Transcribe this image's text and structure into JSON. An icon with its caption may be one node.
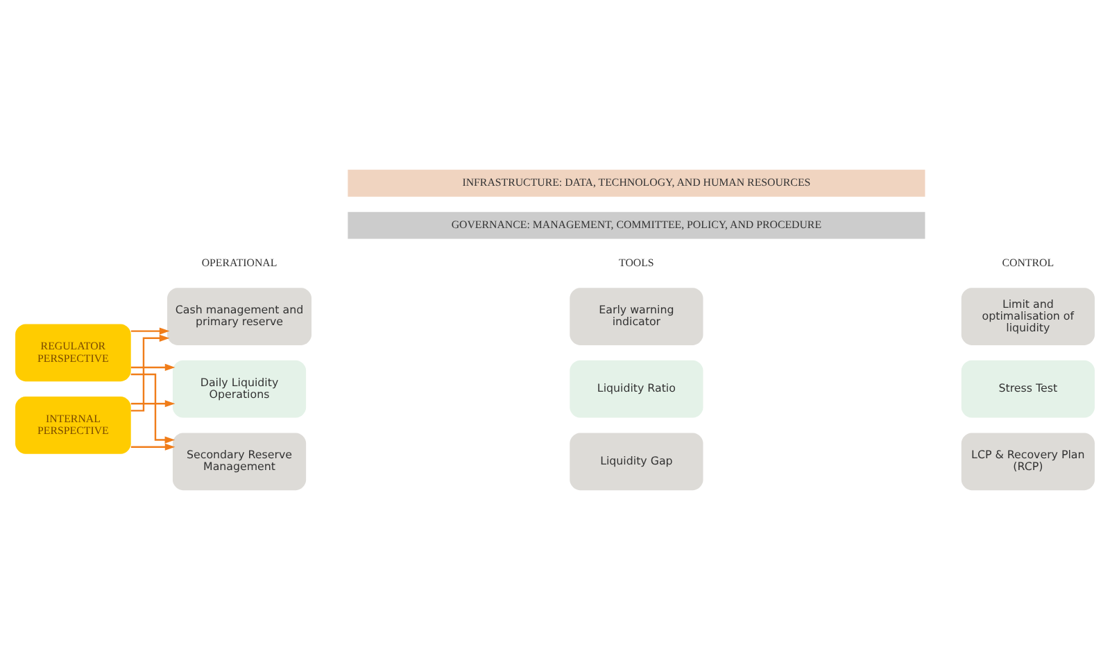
{
  "diagram": {
    "nodes": [
      {
        "text": [
          "GOVERNANCE: MANAGEMENT, COMMITTEE, POLICY, AND PROCEDURE"
        ]
      },
      {
        "text": [
          "Cash management and primary reserve"
        ]
      },
      {
        "text": [
          "Early warning indicator"
        ]
      },
      {
        "text": [
          "Limit and optimalisation of liquidity"
        ]
      },
      {
        "text": [
          "REGULATOR PERSPECTIVE"
        ]
      },
      {
        "text": [
          "Daily Liquidity Operations"
        ]
      },
      {
        "text": [
          "Liquidity Ratio"
        ]
      },
      {
        "text": [
          "Stress Test"
        ]
      },
      {
        "text": [
          "INTERNAL PERSPECTIVE"
        ]
      },
      {
        "text": [
          "Secondary Reserve Management"
        ]
      },
      {
        "text": [
          "Liquidity Gap"
        ]
      },
      {
        "text": [
          "LCP & Recovery Plan (RCP)"
        ]
      },
      {
        "text": [
          "INFRASTRUCTURE: DATA, TECHNOLOGY, AND HUMAN RESOURCES"
        ]
      }
    ],
    "edges": [
      {
        "from": 4,
        "to": 1,
        "arrow": "to"
      },
      {
        "from": 4,
        "to": 5,
        "arrow": "to"
      },
      {
        "from": 4,
        "to": 9,
        "arrow": "to"
      },
      {
        "from": 8,
        "to": 1,
        "arrow": "to"
      },
      {
        "from": 8,
        "to": 5,
        "arrow": "to"
      },
      {
        "from": 8,
        "to": 9,
        "arrow": "to"
      }
    ],
    "labels": [
      "OPERATIONAL",
      "TOOLS",
      "CONTROL"
    ]
  }
}
